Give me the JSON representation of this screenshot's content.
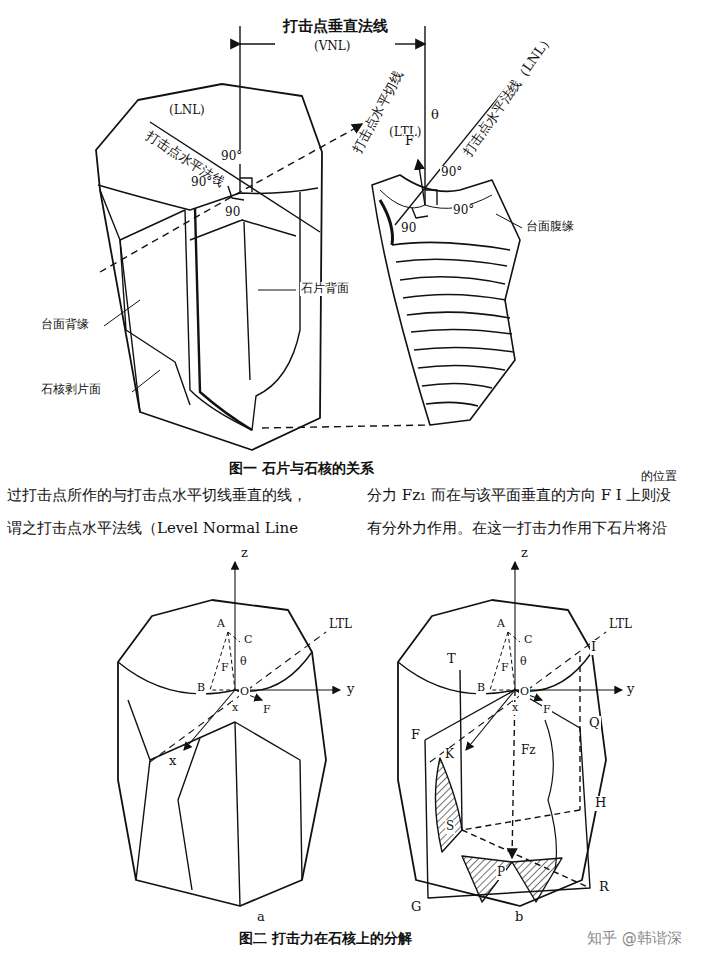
{
  "diagram": {
    "labels": [
      "打击点垂直法线",
      "(VNL)",
      "(LNL)",
      "打击点水平法线",
      "90°",
      "90°",
      "90",
      "打击点水平切线",
      "(LTL)",
      "θ",
      "F",
      "打击点水平法线（LNL）",
      "90°",
      "90°",
      "90",
      "台面腹缘",
      "石片背面",
      "台面背缘",
      "石核剥片面",
      "图一  石片与石核的关系",
      "的位置",
      "过打击点所作的与打击点水平切线垂直的线，",
      "谓之打击点水平法线（Level Normal Line",
      "分力 Fz₁ 而在与该平面垂直的方向 F I 上则没",
      "有分外力作用。在这一打击力作用下石片将沿",
      "z",
      "A",
      "C",
      "θ",
      "F",
      "B",
      "O",
      "y",
      "x",
      "F",
      "LTL",
      "x",
      "a",
      "z",
      "A",
      "C",
      "θ",
      "F",
      "B",
      "O",
      "y",
      "x",
      "F",
      "LTL",
      "T",
      "F",
      "Q",
      "K",
      "Fz",
      "I",
      "S",
      "H",
      "P",
      "G",
      "R",
      "b",
      "图二  打击力在石核上的分解",
      "知乎 @韩谐深"
    ]
  }
}
